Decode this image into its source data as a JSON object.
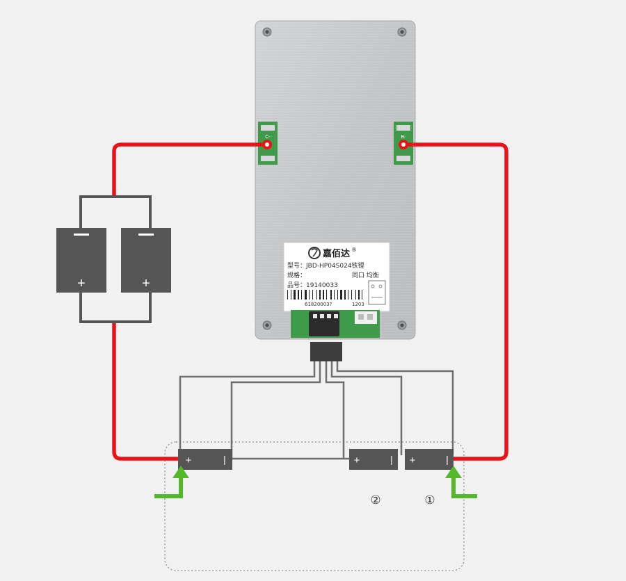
{
  "board": {
    "brand": "嘉佰达",
    "brand_mark": "®",
    "model_line": "型号：JBD-HP04S024铁锂",
    "spec_label": "规格：",
    "spec_value": "同口 均衡",
    "product_no": "品号：19140033",
    "barcode_left": "61820003?",
    "barcode_right": "1203",
    "pad_label_left": "C-",
    "pad_label_right": "B-"
  },
  "pack": {
    "cell_minus": "−",
    "cell_plus": "+"
  },
  "string": {
    "cell_plus": "+",
    "cell_minus": "|",
    "index_2": "②",
    "index_1": "①"
  },
  "colors": {
    "power_wire": "#e8141a",
    "sense_wire": "#6f6f6f",
    "cell_body": "#555555",
    "arrow": "#55b82a",
    "board": "#c9cbcd",
    "pcb_green": "#3f9a4a"
  }
}
